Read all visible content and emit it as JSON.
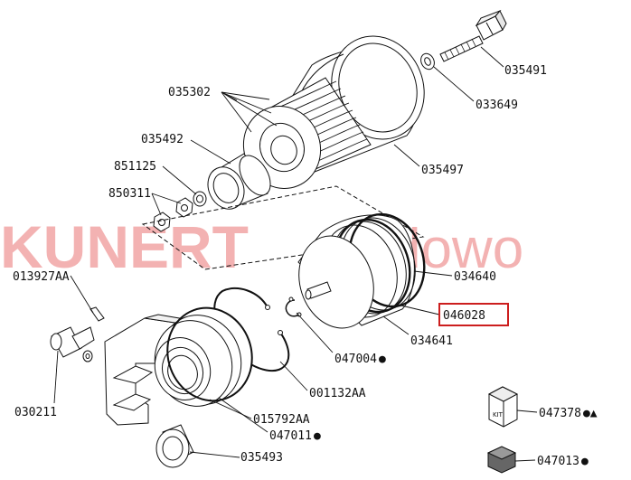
{
  "watermark": {
    "bold": "KUNERT",
    "light": "Ladowo",
    "color": "#f3b2b2"
  },
  "highlight_color": "#cc1e1e",
  "parts": {
    "p035491": {
      "number": "035491"
    },
    "p033649": {
      "number": "033649"
    },
    "p035302": {
      "number": "035302"
    },
    "p035492": {
      "number": "035492"
    },
    "p851125": {
      "number": "851125"
    },
    "p850311": {
      "number": "850311"
    },
    "p035497": {
      "number": "035497"
    },
    "p034640": {
      "number": "034640"
    },
    "p046028": {
      "number": "046028",
      "highlighted": true
    },
    "p034641": {
      "number": "034641"
    },
    "p047004": {
      "number": "047004",
      "marker": "●"
    },
    "p013927AA": {
      "number": "013927AA"
    },
    "p030211": {
      "number": "030211"
    },
    "p001132AA": {
      "number": "001132AA"
    },
    "p015792AA": {
      "number": "015792AA"
    },
    "p047011": {
      "number": "047011",
      "marker": "●"
    },
    "p035493": {
      "number": "035493"
    },
    "p047378": {
      "number": "047378",
      "marker": "●▲"
    },
    "p047013": {
      "number": "047013",
      "marker": "●"
    }
  },
  "kit_box_text": "KIT"
}
